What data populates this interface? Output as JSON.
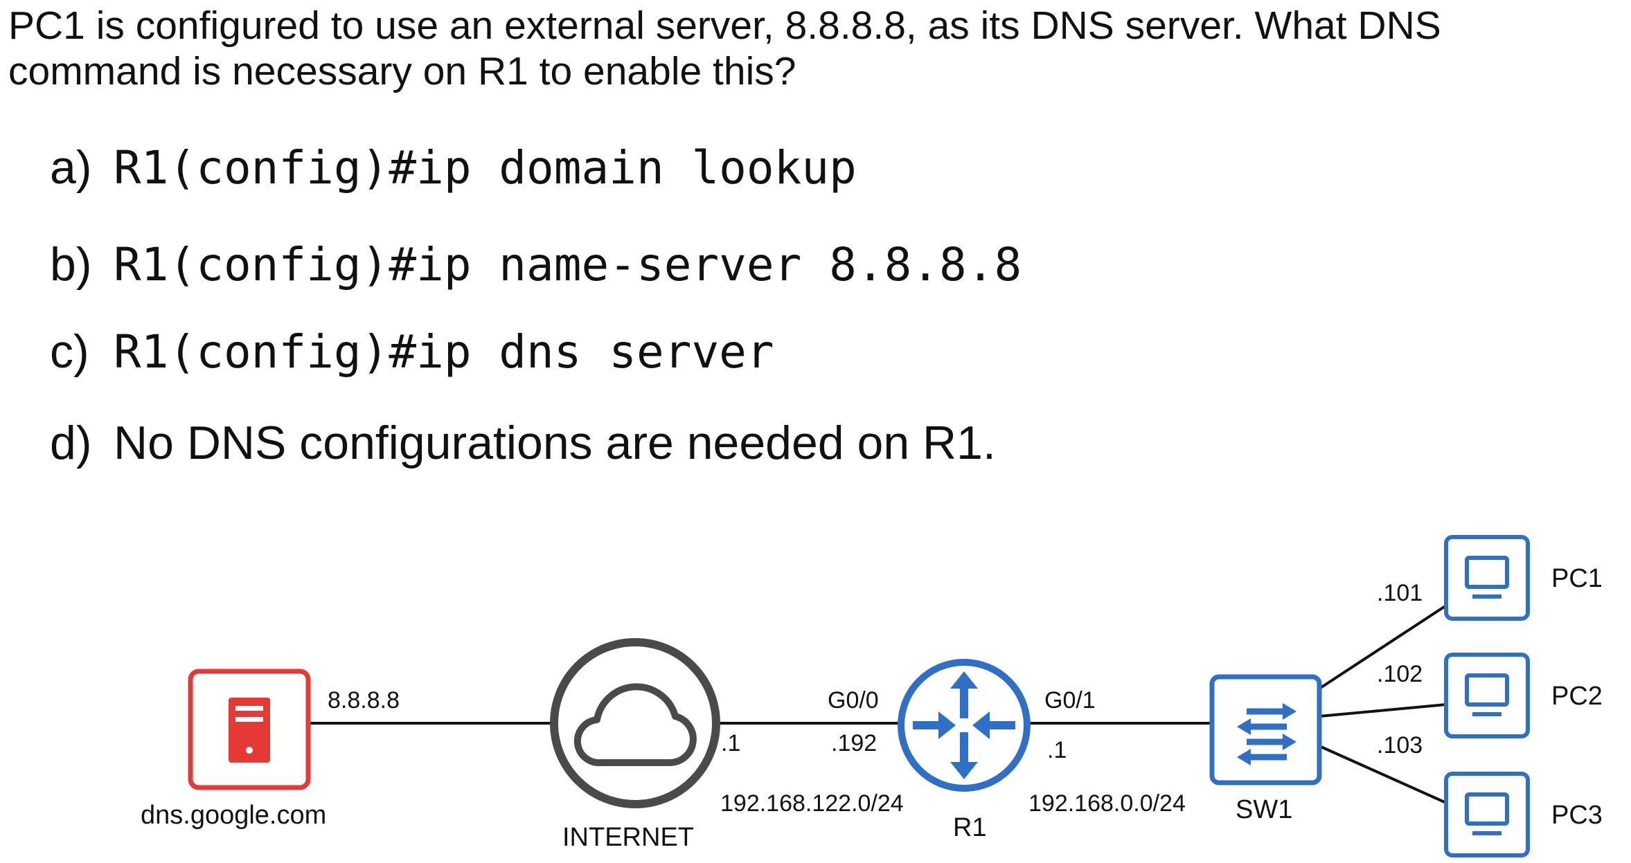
{
  "question": "PC1 is configured to use an external server, 8.8.8.8, as its DNS server.  What DNS command is necessary on R1 to enable this?",
  "options": [
    {
      "letter": "a)",
      "text": "R1(config)#ip domain lookup",
      "style": "mono"
    },
    {
      "letter": "b)",
      "text": "R1(config)#ip name-server 8.8.8.8",
      "style": "mono"
    },
    {
      "letter": "c)",
      "text": "R1(config)#ip dns server",
      "style": "mono"
    },
    {
      "letter": "d)",
      "text": "No DNS configurations are needed on R1.",
      "style": "sans"
    }
  ],
  "diagram": {
    "dns_server": {
      "label": "dns.google.com",
      "ip": "8.8.8.8",
      "icon": "server-icon",
      "color": "#e53935"
    },
    "internet": {
      "label": "INTERNET",
      "icon": "cloud-icon",
      "color": "#4a4a4a",
      "ip": ".1"
    },
    "r1": {
      "label": "R1",
      "icon": "router-icon",
      "color": "#2f6fc5",
      "g00": "G0/0",
      "g00_ip": ".192",
      "g01": "G0/1",
      "g01_ip": ".1"
    },
    "wan_subnet": "192.168.122.0/24",
    "lan_subnet": "192.168.0.0/24",
    "sw1": {
      "label": "SW1",
      "icon": "switch-icon",
      "color": "#2f6fc5"
    },
    "pcs": [
      {
        "label": "PC1",
        "ip": ".101",
        "icon": "pc-icon"
      },
      {
        "label": "PC2",
        "ip": ".102",
        "icon": "pc-icon"
      },
      {
        "label": "PC3",
        "ip": ".103",
        "icon": "pc-icon"
      }
    ]
  }
}
